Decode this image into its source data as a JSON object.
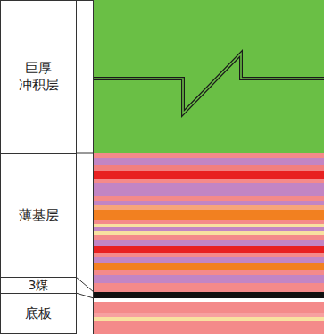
{
  "diagram": {
    "nodes": [
      {
        "text": [
          "巨厚 冲积层"
        ]
      },
      {
        "text": [
          "薄基层"
        ]
      },
      {
        "text": [
          "3煤"
        ]
      },
      {
        "text": [
          "底板"
        ]
      }
    ]
  }
}
